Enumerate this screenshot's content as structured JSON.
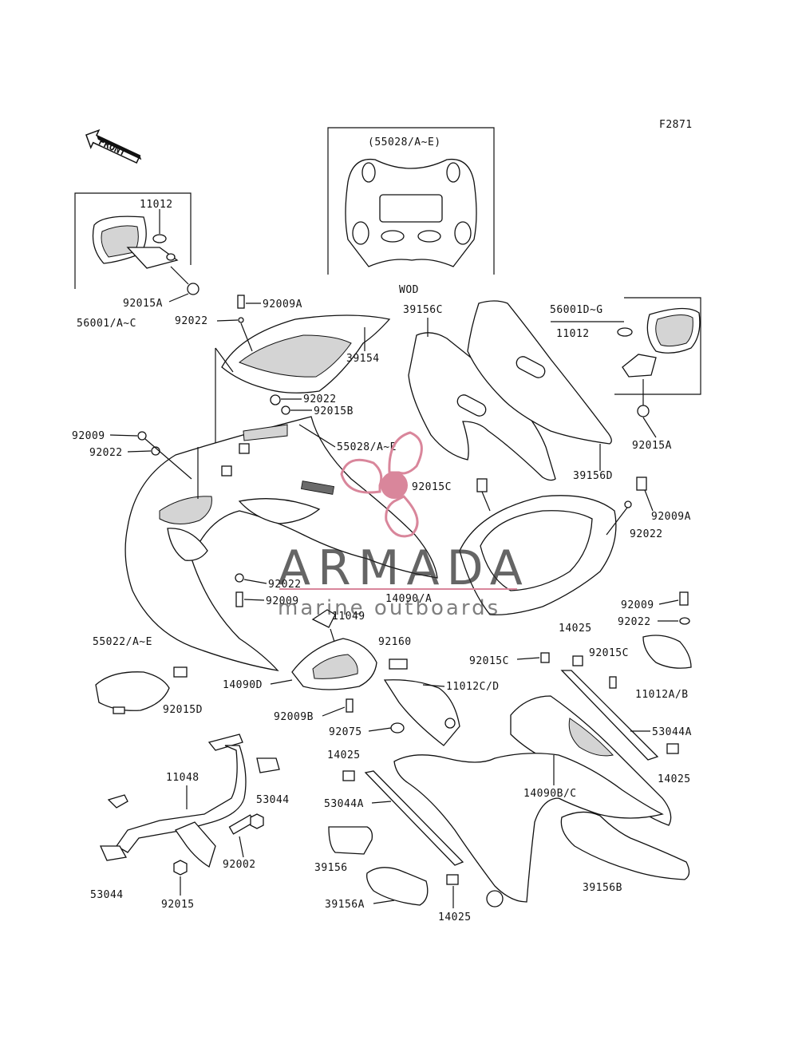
{
  "figure_code": "F2871",
  "front_label": "FRONT",
  "labels": {
    "l11012_mirror_left": "11012",
    "l92015A_left": "92015A",
    "l56001AC": "56001/A~C",
    "l92009A_top": "92009A",
    "l92022_top": "92022",
    "l39154": "39154",
    "l92022_mid": "92022",
    "l92015B": "92015B",
    "l55028AE_box": "(55028/A~E)",
    "lWOD": "WOD",
    "l39156C": "39156C",
    "l56001DG": "56001D~G",
    "l11012_mirror_right": "11012",
    "l92015A_right": "92015A",
    "l39156D": "39156D",
    "l92009_left": "92009",
    "l92022_left": "92022",
    "l55028AE": "55028/A~E",
    "l92015C_center": "92015C",
    "l92009A_right": "92009A",
    "l92022_right": "92022",
    "l92022_lowcenter": "92022",
    "l92009_lowcenter": "92009",
    "l14090A": "14090/A",
    "l11049": "11049",
    "l55022AE": "55022/A~E",
    "l92160": "92160",
    "l14090D": "14090D",
    "l92015C_mid": "92015C",
    "l11012CD": "11012C/D",
    "l14025_top": "14025",
    "l92015C_right": "92015C",
    "l92009_right": "92009",
    "l92022_right2": "92022",
    "l11012AB": "11012A/B",
    "l92015D": "92015D",
    "l92009B": "92009B",
    "l92075": "92075",
    "l53044A_right": "53044A",
    "l14025_left": "14025",
    "l14025_right": "14025",
    "l14090BC": "14090B/C",
    "l11048": "11048",
    "l53044_top": "53044",
    "l53044A_left": "53044A",
    "l92002": "92002",
    "l39156": "39156",
    "l53044_bottom": "53044",
    "l92015": "92015",
    "l39156A": "39156A",
    "l14025_bottom": "14025",
    "l39156B": "39156B"
  },
  "watermark": {
    "brand": "ARMADA",
    "tagline": "marine outboards",
    "brand_color": "#d9869b",
    "text_color": "#2b2b2b"
  }
}
